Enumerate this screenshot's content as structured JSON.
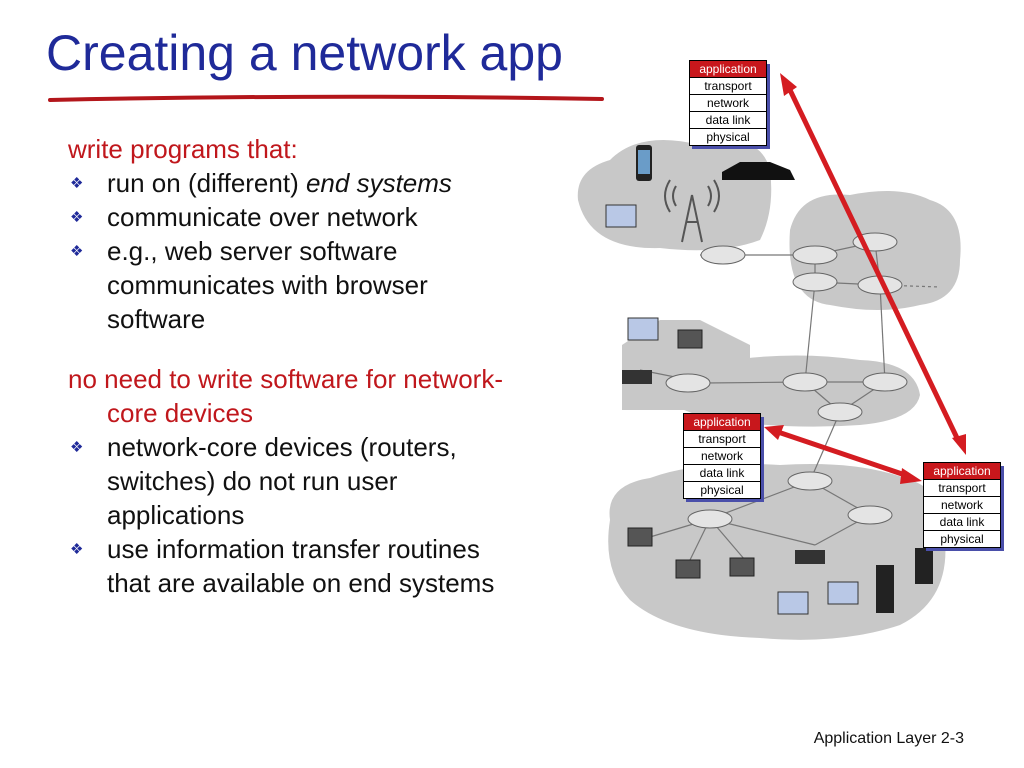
{
  "slide": {
    "title": "Creating a network app",
    "heading1": "write programs that:",
    "bullets1": [
      {
        "text": "run on (different) ",
        "italic": "end systems"
      },
      {
        "text": "communicate over network"
      },
      {
        "text": "e.g., web server software communicates with browser software"
      }
    ],
    "heading2": "no need to write software for network-core devices",
    "bullets2": [
      {
        "text": "network-core devices (routers, switches) do not run user applications"
      },
      {
        "text": "use information transfer routines that are available on end systems"
      }
    ],
    "footer": "Application Layer 2-3",
    "bullet_symbol": "❖"
  },
  "stack_layers": [
    "application",
    "transport",
    "network",
    "data link",
    "physical"
  ],
  "colors": {
    "title": "#1f2a99",
    "heading": "#c0171c",
    "arrow": "#d41c21",
    "cloud": "#c8c8c8"
  }
}
